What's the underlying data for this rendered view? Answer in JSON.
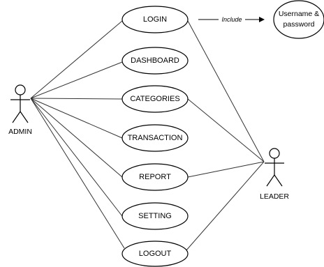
{
  "actors": {
    "admin": {
      "label": "ADMIN"
    },
    "leader": {
      "label": "LEADER"
    }
  },
  "use_cases": [
    {
      "id": "login",
      "label": "LOGIN"
    },
    {
      "id": "dashboard",
      "label": "DASHBOARD"
    },
    {
      "id": "categories",
      "label": "CATEGORIES"
    },
    {
      "id": "transaction",
      "label": "TRANSACTION"
    },
    {
      "id": "report",
      "label": "REPORT"
    },
    {
      "id": "setting",
      "label": "SETTING"
    },
    {
      "id": "logout",
      "label": "LOGOUT"
    }
  ],
  "include": {
    "label": "Include",
    "target_lines": [
      "Username &",
      "password"
    ]
  },
  "associations": {
    "admin": [
      "login",
      "dashboard",
      "categories",
      "transaction",
      "report",
      "setting",
      "logout"
    ],
    "leader": [
      "login",
      "categories",
      "report",
      "logout"
    ]
  }
}
